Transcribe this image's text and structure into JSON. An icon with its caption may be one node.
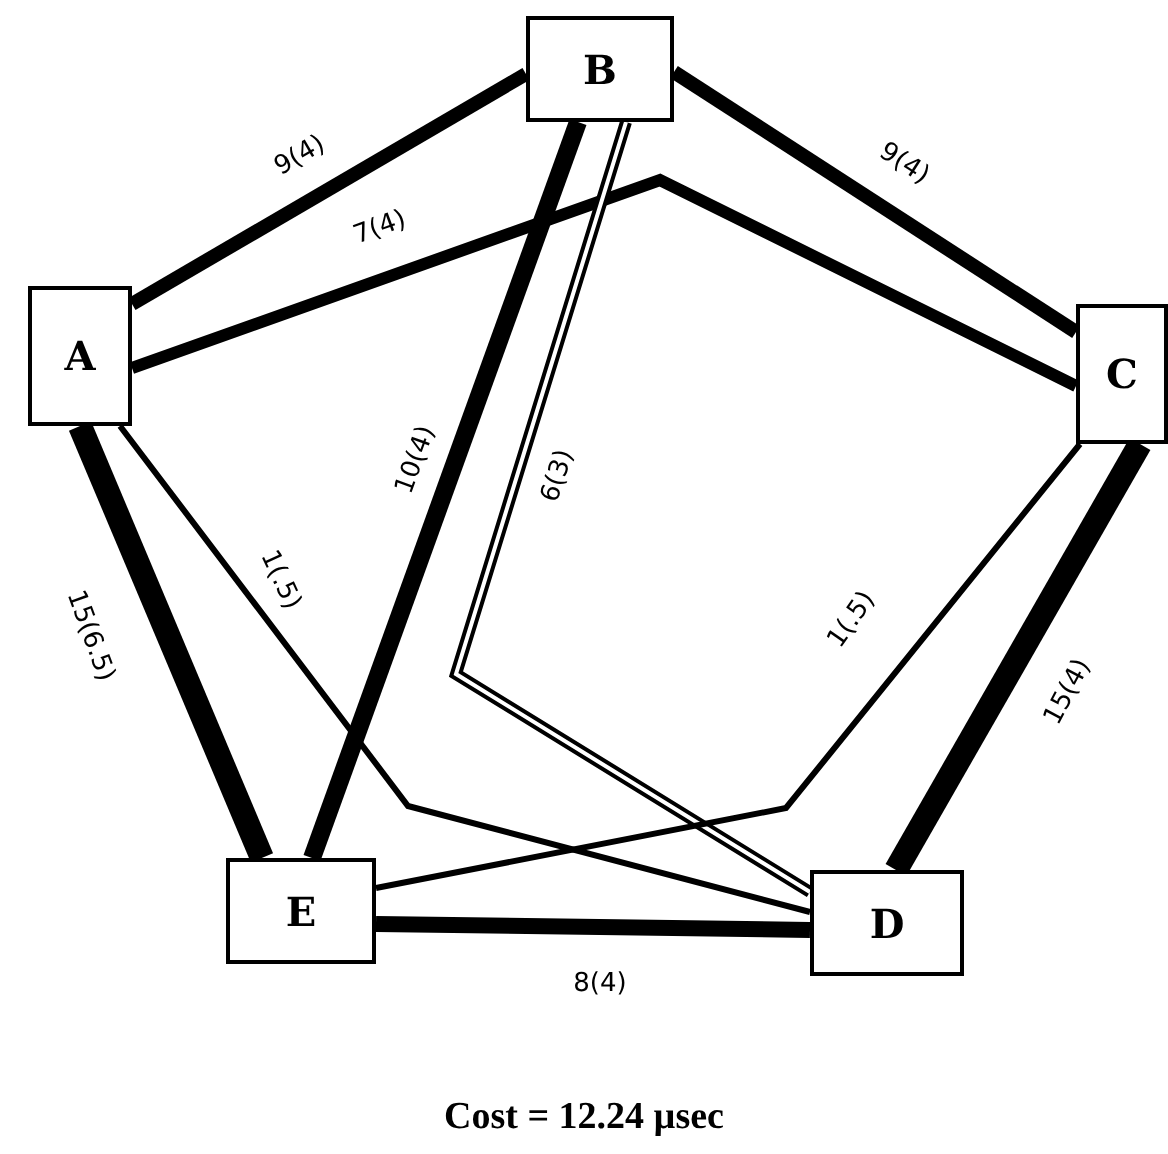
{
  "diagram": {
    "caption": "Cost = 12.24 µsec",
    "nodes": [
      {
        "text": [
          "A"
        ]
      },
      {
        "text": [
          "B"
        ]
      },
      {
        "text": [
          "C"
        ]
      },
      {
        "text": [
          "D"
        ]
      },
      {
        "text": [
          "E"
        ]
      }
    ],
    "edges": [
      {
        "from": 0,
        "to": 1,
        "arrow": "none",
        "label": "9(4)"
      },
      {
        "from": 0,
        "to": 2,
        "arrow": "none",
        "label": "7(4)"
      },
      {
        "from": 1,
        "to": 2,
        "arrow": "none",
        "label": "9(4)"
      },
      {
        "from": 1,
        "to": 4,
        "arrow": "none",
        "label": "10(4)"
      },
      {
        "from": 1,
        "to": 3,
        "arrow": "none",
        "label": "6(3)"
      },
      {
        "from": 0,
        "to": 3,
        "arrow": "none",
        "label": "1(.5)"
      },
      {
        "from": 0,
        "to": 4,
        "arrow": "none",
        "label": "15(6.5)"
      },
      {
        "from": 2,
        "to": 3,
        "arrow": "none",
        "label": "15(4)"
      },
      {
        "from": 2,
        "to": 4,
        "arrow": "none",
        "label": "1(.5)"
      },
      {
        "from": 4,
        "to": 3,
        "arrow": "none",
        "label": "8(4)"
      }
    ]
  }
}
